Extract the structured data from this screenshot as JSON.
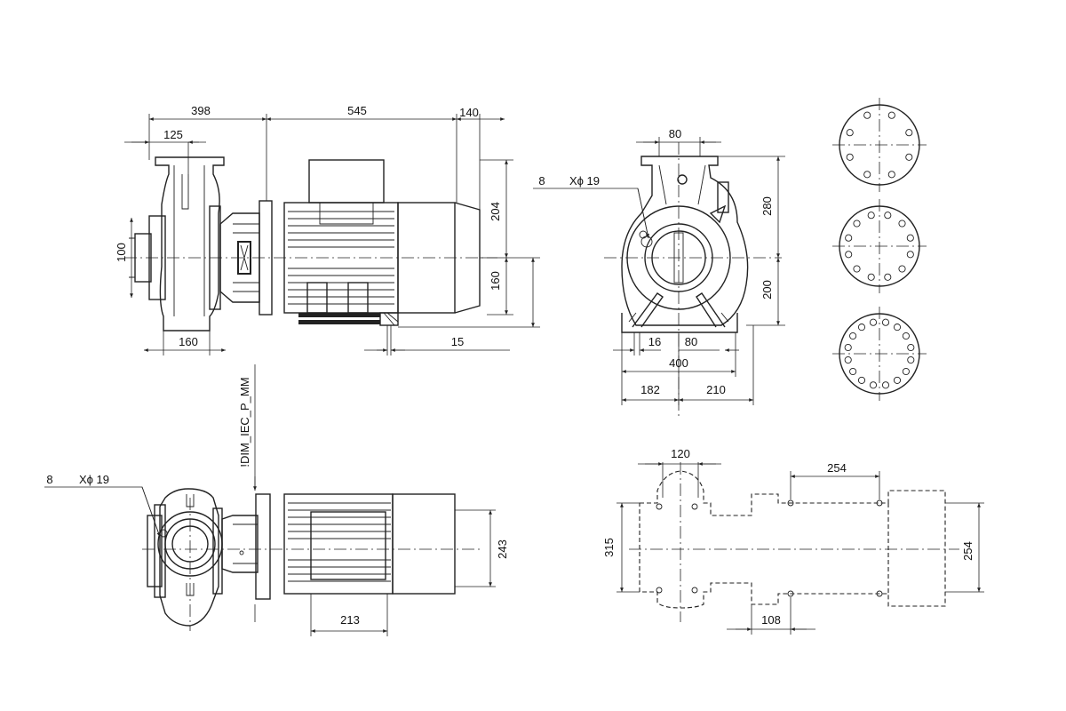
{
  "side_view": {
    "dims": {
      "d398": "398",
      "d545": "545",
      "d140": "140",
      "d125": "125",
      "d100": "100",
      "d204": "204",
      "d160_v": "160",
      "d160_h": "160",
      "d15": "15"
    }
  },
  "front_view": {
    "dims": {
      "d80_top": "80",
      "d280": "280",
      "d200": "200",
      "d16": "16",
      "d80_bot": "80",
      "d400": "400",
      "d182": "182",
      "d210": "210"
    },
    "hole_callout": {
      "count": "8",
      "spec": "Xϕ 19"
    }
  },
  "top_view": {
    "label_vertical": "!DIM_IEC_P_MM",
    "hole_callout": {
      "count": "8",
      "spec": "Xϕ 19"
    },
    "dims": {
      "d243": "243",
      "d213": "213"
    }
  },
  "base_plan": {
    "dims": {
      "d120": "120",
      "d254_top": "254",
      "d315": "315",
      "d254_right": "254",
      "d108": "108"
    }
  },
  "flanges": [
    {
      "bolt_holes": 8
    },
    {
      "bolt_holes": 12
    },
    {
      "bolt_holes": 16
    }
  ]
}
